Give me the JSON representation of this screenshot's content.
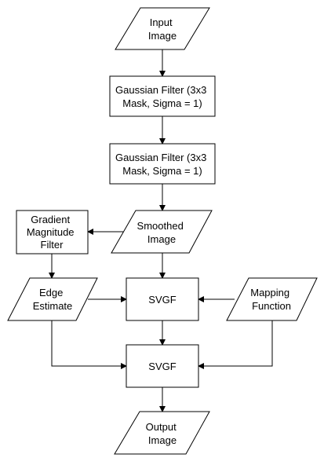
{
  "nodes": {
    "input_image": {
      "lines": [
        "Input",
        "Image"
      ]
    },
    "gaussian_filter_1": {
      "lines": [
        "Gaussian Filter (3x3",
        "Mask, Sigma = 1)"
      ]
    },
    "gaussian_filter_2": {
      "lines": [
        "Gaussian Filter (3x3",
        "Mask, Sigma = 1)"
      ]
    },
    "smoothed_image": {
      "lines": [
        "Smoothed",
        "Image"
      ]
    },
    "gradient_magnitude_filter": {
      "lines": [
        "Gradient",
        "Magnitude",
        "Filter"
      ]
    },
    "edge_estimate": {
      "lines": [
        "Edge",
        "Estimate"
      ]
    },
    "svgf_1": {
      "lines": [
        "SVGF"
      ]
    },
    "mapping_function": {
      "lines": [
        "Mapping",
        "Function"
      ]
    },
    "svgf_2": {
      "lines": [
        "SVGF"
      ]
    },
    "output_image": {
      "lines": [
        "Output",
        "Image"
      ]
    }
  }
}
